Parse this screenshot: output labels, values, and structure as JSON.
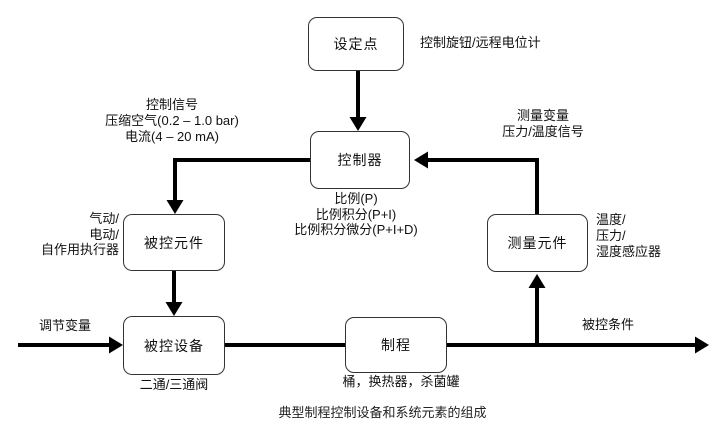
{
  "diagram": {
    "caption": "典型制程控制设备和系统元素的组成",
    "boxes": {
      "set_point": {
        "label": "设定点"
      },
      "controller": {
        "label": "控制器"
      },
      "controlled_element": {
        "label": "被控元件"
      },
      "controlled_device": {
        "label": "被控设备"
      },
      "process": {
        "label": "制程"
      },
      "measuring_element": {
        "label": "测量元件"
      }
    },
    "annotations": {
      "set_point_note": "控制旋钮/远程电位计",
      "control_signal": {
        "line1": "控制信号",
        "line2": "压缩空气(0.2 – 1.0 bar)",
        "line3": "电流(4 – 20 mA)"
      },
      "pid_modes": {
        "line1": "比例(P)",
        "line2": "比例积分(P+I)",
        "line3": "比例积分微分(P+I+D)"
      },
      "measured_variable": {
        "line1": "测量变量",
        "line2": "压力/温度信号"
      },
      "actuator_types": {
        "line1": "气动/",
        "line2": "电动/",
        "line3": "自作用执行器"
      },
      "adjusting_variable": "调节变量",
      "valve_types": "二通/三通阀",
      "process_examples": "桶，换热器，杀菌罐",
      "sensor_types": {
        "line1": "温度/",
        "line2": "压力/",
        "line3": "湿度感应器"
      },
      "controlled_condition": "被控条件"
    },
    "colors": {
      "line": "#000000",
      "box_border": "#333333",
      "text": "#111111",
      "background": "#ffffff"
    }
  }
}
